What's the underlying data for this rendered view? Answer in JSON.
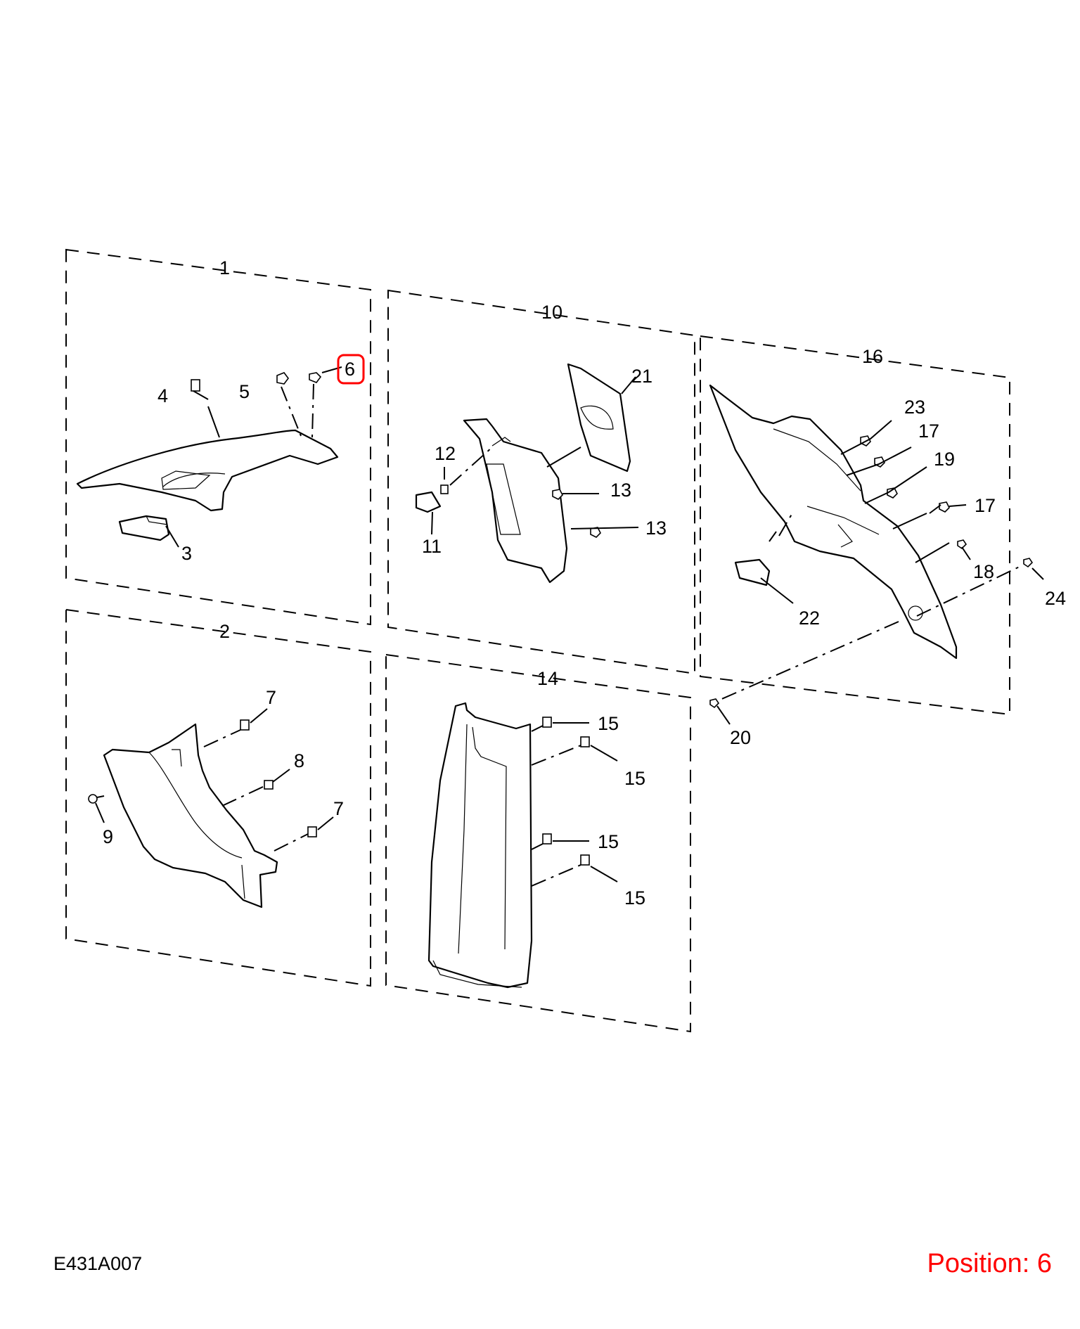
{
  "diagram_code": "E431A007",
  "position_label": "Position: 6",
  "highlight_color": "#ff0000",
  "highlighted_callout": "6",
  "callouts": {
    "c1": "1",
    "c2": "2",
    "c3": "3",
    "c4": "4",
    "c5": "5",
    "c6": "6",
    "c7a": "7",
    "c7b": "7",
    "c8": "8",
    "c9": "9",
    "c10": "10",
    "c11": "11",
    "c12": "12",
    "c13a": "13",
    "c13b": "13",
    "c14": "14",
    "c15a": "15",
    "c15b": "15",
    "c15c": "15",
    "c15d": "15",
    "c16": "16",
    "c17a": "17",
    "c17b": "17",
    "c18": "18",
    "c19": "19",
    "c20": "20",
    "c21": "21",
    "c22": "22",
    "c23": "23",
    "c24": "24"
  }
}
